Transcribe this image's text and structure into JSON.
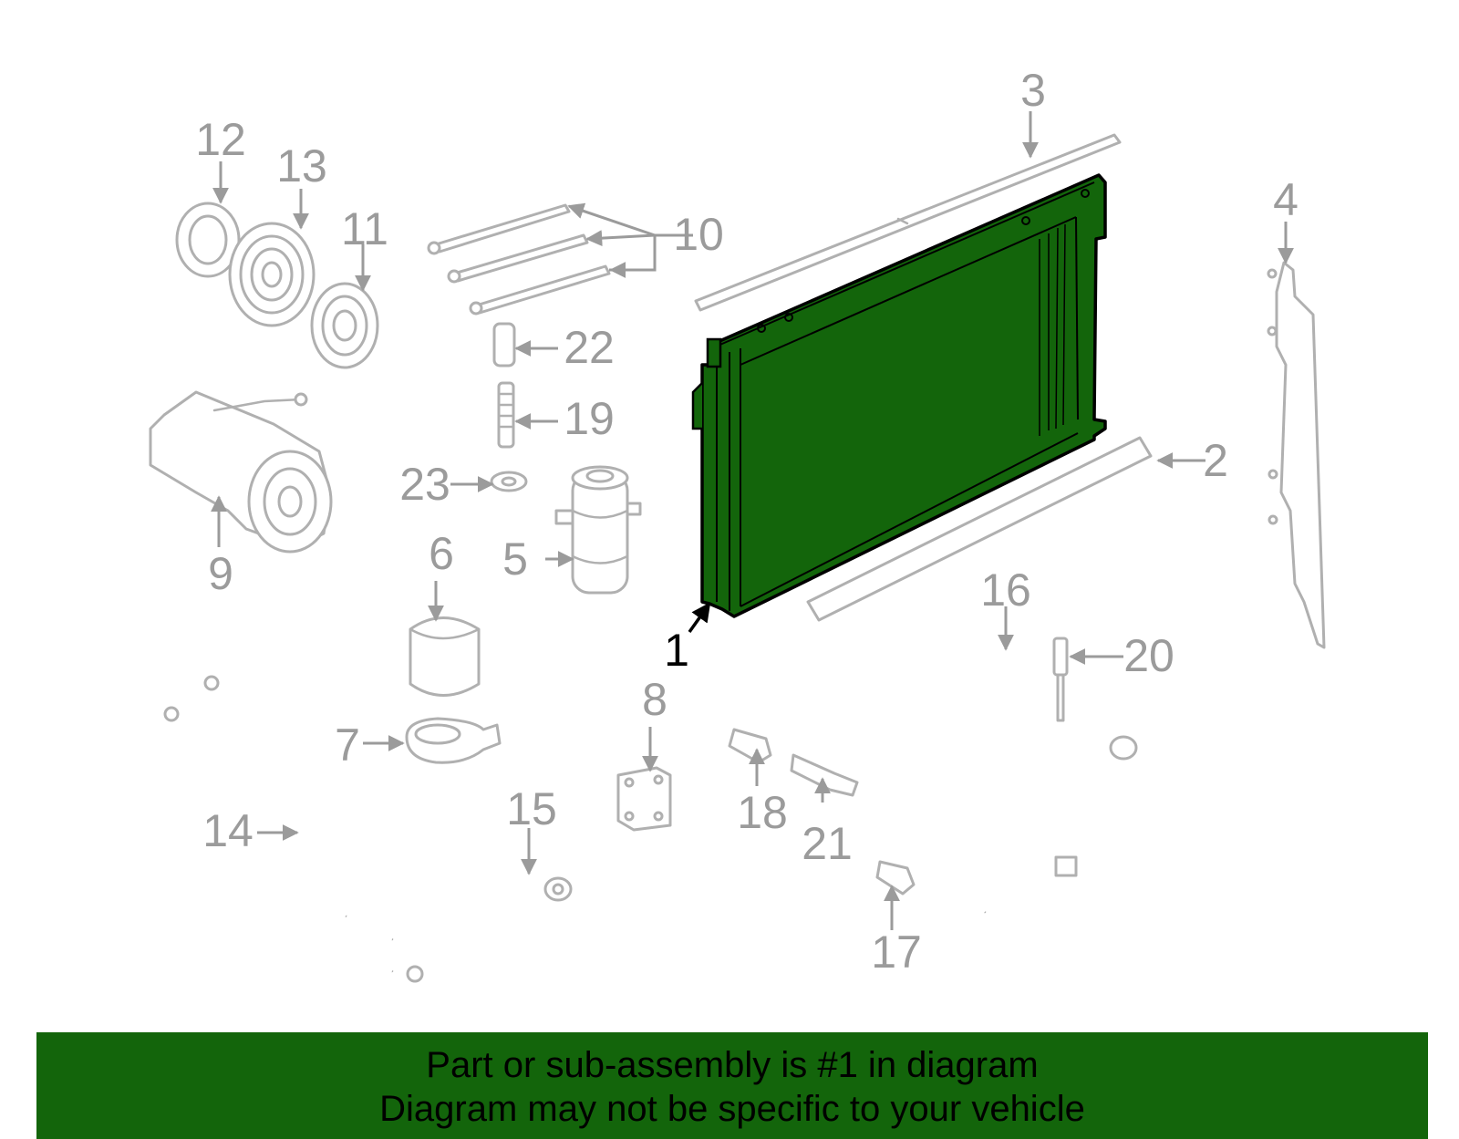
{
  "diagram": {
    "highlight_color": "#13650b",
    "highlighted_part": "1",
    "callouts": [
      "1",
      "2",
      "3",
      "4",
      "5",
      "6",
      "7",
      "8",
      "9",
      "10",
      "11",
      "12",
      "13",
      "14",
      "15",
      "16",
      "17",
      "18",
      "19",
      "20",
      "21",
      "22",
      "23"
    ]
  },
  "footer": {
    "line1": "Part or sub-assembly is #1 in diagram",
    "line2": "Diagram may not be specific to your vehicle",
    "background": "#13650b"
  }
}
